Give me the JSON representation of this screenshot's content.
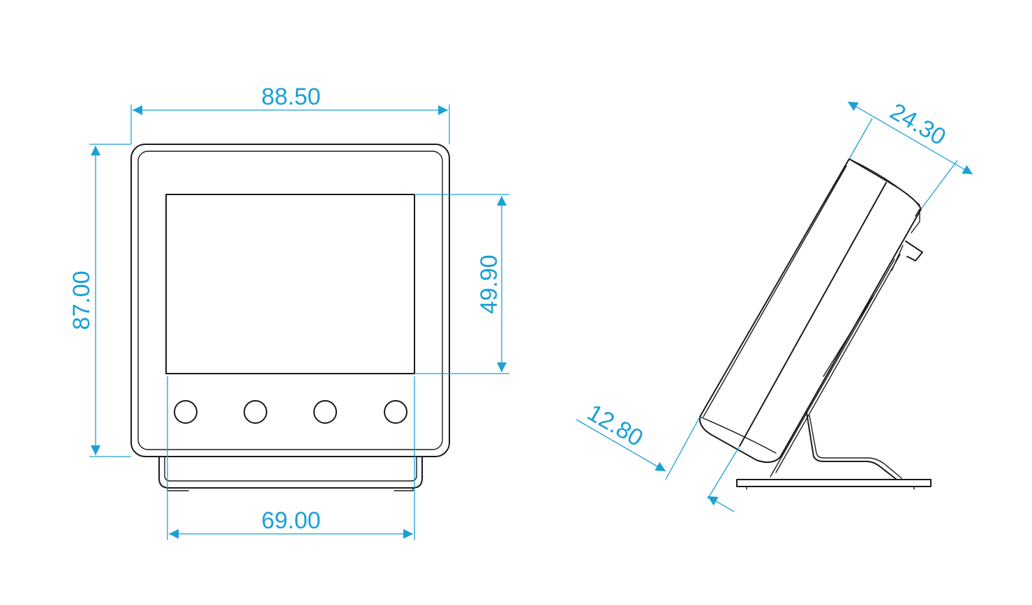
{
  "accent_color": "#1aa0d8",
  "line_color": "#1a1a1a",
  "dimensions": {
    "front_width": "88.50",
    "front_height": "87.00",
    "screen_height": "49.90",
    "base_width": "69.00",
    "side_depth": "24.30",
    "side_bottom": "12.80"
  },
  "buttons": [
    {
      "icon": "round-button-icon"
    },
    {
      "icon": "round-button-icon"
    },
    {
      "icon": "round-button-icon"
    },
    {
      "icon": "round-button-icon"
    }
  ]
}
